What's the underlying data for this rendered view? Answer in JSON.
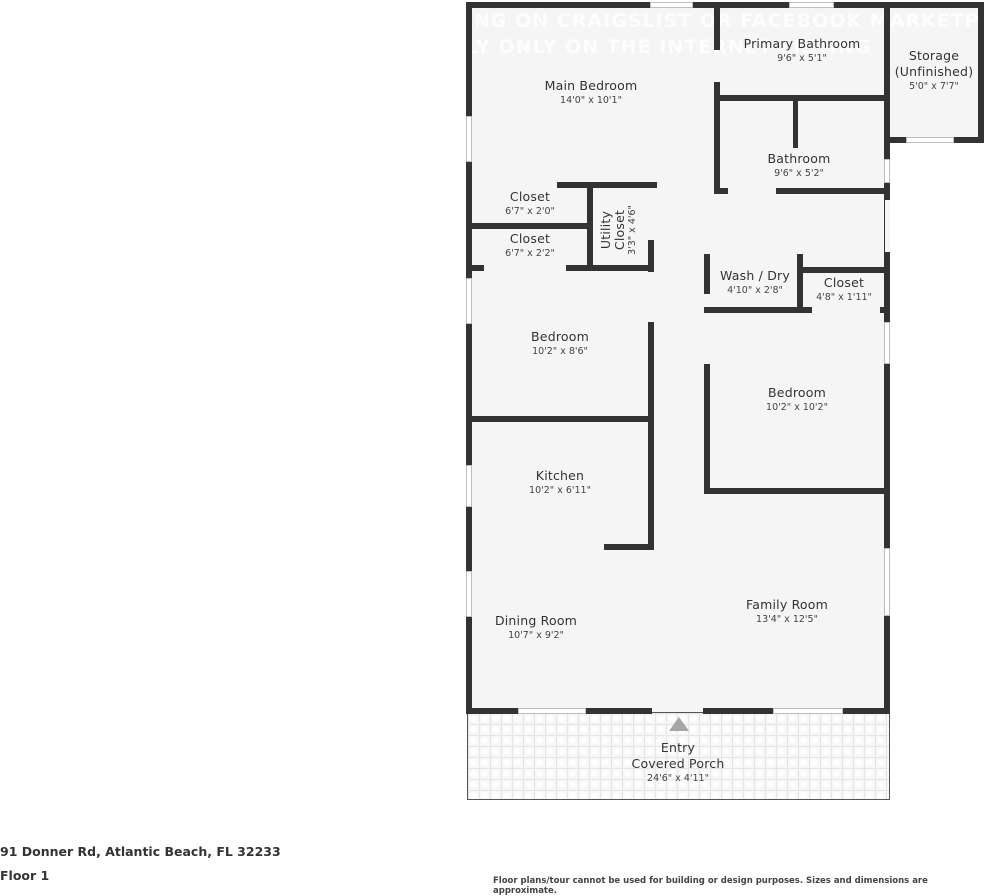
{
  "property": {
    "address": "91 Donner Rd, Atlantic Beach, FL 32233",
    "floor_label": "Floor 1"
  },
  "disclaimer": "Floor plans/tour cannot be used for building or design purposes. Sizes and dimensions are approximate.",
  "watermark": {
    "line1": "NG ON CRAIGSLIST OR FACEBOOK MARKETPLACE",
    "line2": "LY ONLY ON THE INTERNET LISTING"
  },
  "colors": {
    "wall": "#333333",
    "floor": "#f5f5f5",
    "window": "#ffffff",
    "entry_arrow": "#a6a6a6"
  },
  "rooms": {
    "main_bedroom": {
      "name": "Main Bedroom",
      "dims": "14'0\" x 10'1\""
    },
    "primary_bathroom": {
      "name": "Primary Bathroom",
      "dims": "9'6\" x 5'1\""
    },
    "storage": {
      "name": "Storage",
      "name2": "(Unfinished)",
      "dims": "5'0\" x 7'7\""
    },
    "bathroom": {
      "name": "Bathroom",
      "dims": "9'6\" x 5'2\""
    },
    "closet_1": {
      "name": "Closet",
      "dims": "6'7\" x 2'0\""
    },
    "closet_2": {
      "name": "Closet",
      "dims": "6'7\" x 2'2\""
    },
    "utility_closet": {
      "name": "Utility",
      "name2": "Closet",
      "dims": "3'3\" x 4'6\""
    },
    "wash_dry": {
      "name": "Wash / Dry",
      "dims": "4'10\" x 2'8\""
    },
    "closet_3": {
      "name": "Closet",
      "dims": "4'8\" x 1'11\""
    },
    "bedroom_left": {
      "name": "Bedroom",
      "dims": "10'2\" x 8'6\""
    },
    "bedroom_right": {
      "name": "Bedroom",
      "dims": "10'2\" x 10'2\""
    },
    "kitchen": {
      "name": "Kitchen",
      "dims": "10'2\" x 6'11\""
    },
    "dining_room": {
      "name": "Dining Room",
      "dims": "10'7\" x 9'2\""
    },
    "family_room": {
      "name": "Family Room",
      "dims": "13'4\" x 12'5\""
    },
    "porch": {
      "name": "Entry",
      "name2": "Covered Porch",
      "dims": "24'6\" x 4'11\""
    }
  }
}
